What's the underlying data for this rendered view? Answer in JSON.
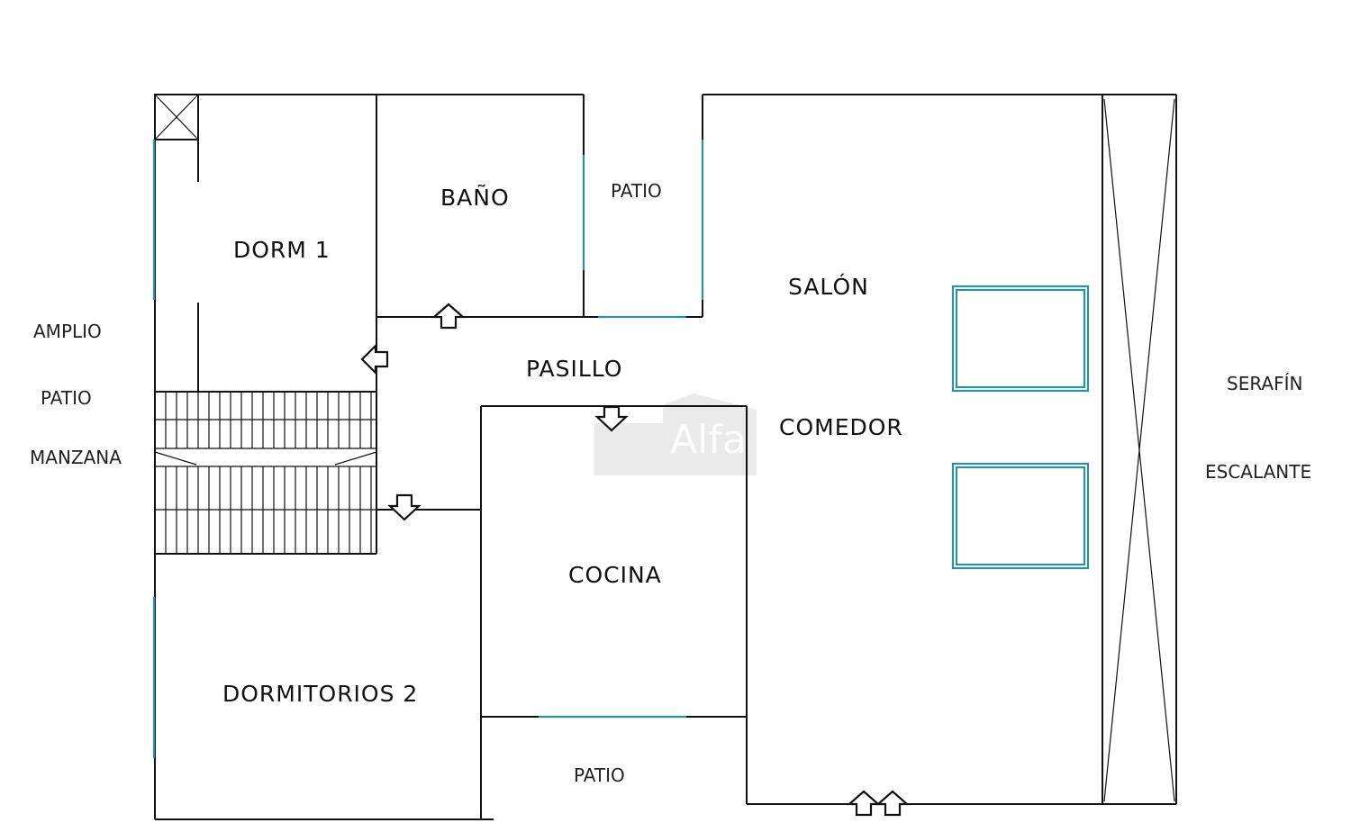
{
  "rooms": {
    "dorm1": "DORM 1",
    "bano": "BAÑO",
    "patio_top": "PATIO",
    "salon": "SALÓN",
    "pasillo": "PASILLO",
    "comedor": "COMEDOR",
    "cocina": "COCINA",
    "dormitorios2": "DORMITORIOS 2",
    "patio_bottom": "PATIO"
  },
  "streets": {
    "left": [
      "AMPLIO",
      "PATIO",
      "MANZANA"
    ],
    "right": [
      "SERAFÍN",
      "ESCALANTE"
    ]
  },
  "watermark": "Alfa",
  "colors": {
    "walls": "#111111",
    "windows": "#2f8f9d",
    "watermark": "#d9d9d9"
  }
}
